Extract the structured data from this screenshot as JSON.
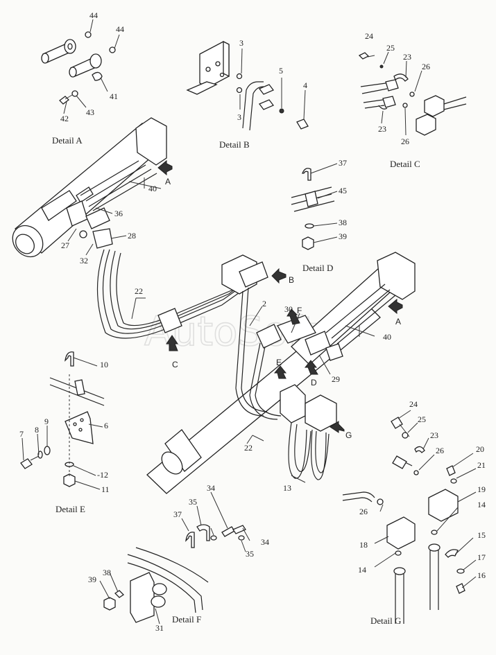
{
  "watermark": "AutoSoft",
  "details": {
    "a": "Detail A",
    "b": "Detail B",
    "c": "Detail C",
    "d": "Detail D",
    "e": "Detail E",
    "f": "Detail F",
    "g": "Detail G"
  },
  "view_letters": {
    "a_top": "A",
    "b": "B",
    "c": "C",
    "a_right": "A",
    "f": "F",
    "e": "E",
    "d": "D",
    "g": "G"
  },
  "numbers": {
    "n44a": "44",
    "n44b": "44",
    "n41": "41",
    "n42": "42",
    "n43": "43",
    "n3a": "3",
    "n3b": "3",
    "n5": "5",
    "n4": "4",
    "n24c": "24",
    "n25c": "25",
    "n23c1": "23",
    "n26c1": "26",
    "n23c2": "23",
    "n26c2": "26",
    "n40a": "40",
    "n36": "36",
    "n27": "27",
    "n32": "32",
    "n28": "28",
    "n22a": "22",
    "n37d": "37",
    "n45": "45",
    "n38d": "38",
    "n39d": "39",
    "n2": "2",
    "n30": "30",
    "n40b": "40",
    "n29": "29",
    "n22b": "22",
    "n13": "13",
    "n10": "10",
    "n6": "6",
    "n7": "7",
    "n8": "8",
    "n9": "9",
    "n12": "-12",
    "n11": "11",
    "n34a": "34",
    "n35a": "35",
    "n37f": "37",
    "n34b": "34",
    "n35b": "35",
    "n38f": "38",
    "n39f": "39",
    "n31": "31",
    "n24g": "24",
    "n25g": "25",
    "n23g": "23",
    "n26g1": "26",
    "n20": "20",
    "n21": "21",
    "n19": "19",
    "n14a": "14",
    "n26g2": "26",
    "n18": "18",
    "n15": "15",
    "n17": "17",
    "n14b": "14",
    "n16": "16"
  }
}
